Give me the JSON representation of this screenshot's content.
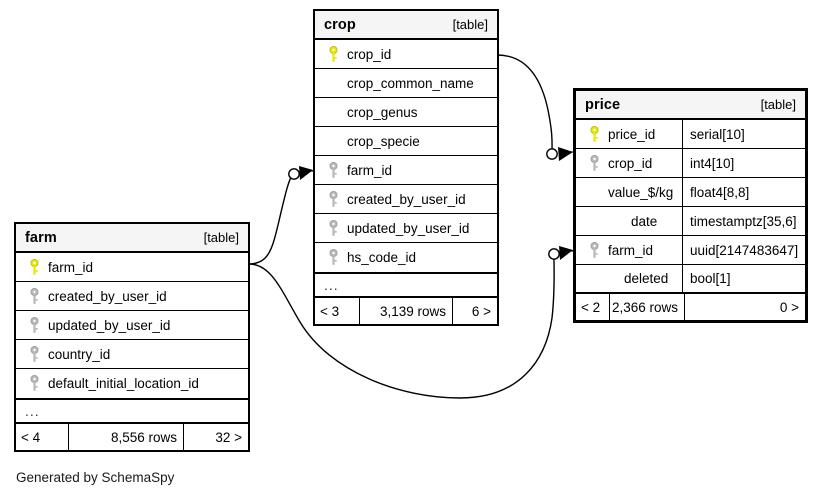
{
  "diagram": {
    "footer_note": "Generated by SchemaSpy",
    "kind_label": "[table]",
    "ellipsis": "...",
    "colors": {
      "primary_key": "#e8e800",
      "foreign_key": "#b4b4b4",
      "header_bg": "#f5f5f5",
      "border": "#000000",
      "background": "#ffffff"
    }
  },
  "tables": {
    "farm": {
      "title": "farm",
      "kind": "[table]",
      "columns": [
        {
          "name": "farm_id",
          "key": "primary"
        },
        {
          "name": "created_by_user_id",
          "key": "foreign"
        },
        {
          "name": "updated_by_user_id",
          "key": "foreign"
        },
        {
          "name": "country_id",
          "key": "foreign"
        },
        {
          "name": "default_initial_location_id",
          "key": "foreign"
        }
      ],
      "footer": {
        "left": "< 4",
        "middle": "8,556 rows",
        "right": "32 >"
      }
    },
    "crop": {
      "title": "crop",
      "kind": "[table]",
      "columns": [
        {
          "name": "crop_id",
          "key": "primary"
        },
        {
          "name": "crop_common_name",
          "key": "none"
        },
        {
          "name": "crop_genus",
          "key": "none"
        },
        {
          "name": "crop_specie",
          "key": "none"
        },
        {
          "name": "farm_id",
          "key": "foreign"
        },
        {
          "name": "created_by_user_id",
          "key": "foreign"
        },
        {
          "name": "updated_by_user_id",
          "key": "foreign"
        },
        {
          "name": "hs_code_id",
          "key": "foreign"
        }
      ],
      "footer": {
        "left": "< 3",
        "middle": "3,139 rows",
        "right": "6 >"
      }
    },
    "price": {
      "title": "price",
      "kind": "[table]",
      "columns": [
        {
          "name": "price_id",
          "type": "serial[10]",
          "key": "primary"
        },
        {
          "name": "crop_id",
          "type": "int4[10]",
          "key": "foreign"
        },
        {
          "name": "value_$/kg",
          "type": "float4[8,8]",
          "key": "none"
        },
        {
          "name": "date",
          "type": "timestamptz[35,6]",
          "key": "none"
        },
        {
          "name": "farm_id",
          "type": "uuid[2147483647]",
          "key": "foreign"
        },
        {
          "name": "deleted",
          "type": "bool[1]",
          "key": "none"
        }
      ],
      "footer": {
        "left": "< 2",
        "middle": "2,366 rows",
        "right": "0 >"
      }
    }
  },
  "relationships": [
    {
      "name": "crop-to-price-crop-id",
      "from": "crop.crop_id",
      "to": "price.crop_id"
    },
    {
      "name": "farm-to-crop-farm-id",
      "from": "farm.farm_id",
      "to": "crop.farm_id"
    },
    {
      "name": "farm-to-price-farm-id",
      "from": "farm.farm_id",
      "to": "price.farm_id"
    }
  ]
}
